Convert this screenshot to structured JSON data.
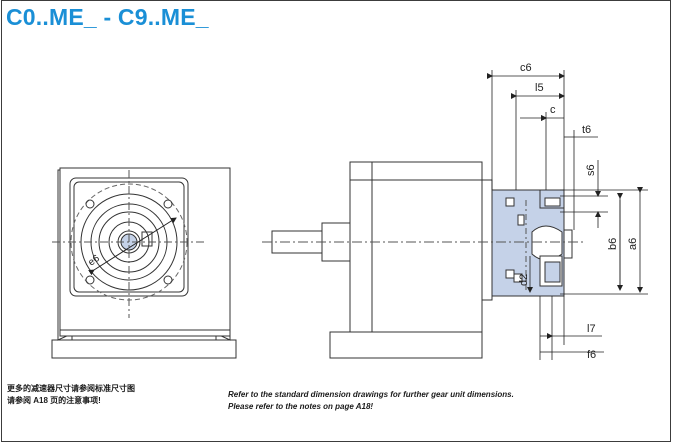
{
  "title": "C0..ME_ - C9..ME_",
  "dimensions": {
    "c6": "c6",
    "l5": "l5",
    "c": "c",
    "t6": "t6",
    "s6": "s6",
    "b6": "b6",
    "a6": "a6",
    "d2": "d2",
    "e6": "e6",
    "l7": "l7",
    "f6": "f6"
  },
  "notes": {
    "cn_line1": "更多的减速器尺寸请参阅标准尺寸图",
    "cn_line2": "请参阅 A18 页的注意事项!",
    "en_line1": "Refer to the standard dimension drawings for further gear unit dimensions.",
    "en_line2": "Please refer to the notes on page A18!"
  },
  "colors": {
    "title": "#1a8fd6",
    "adapter_fill": "#c5d2e8",
    "line": "#333333"
  }
}
